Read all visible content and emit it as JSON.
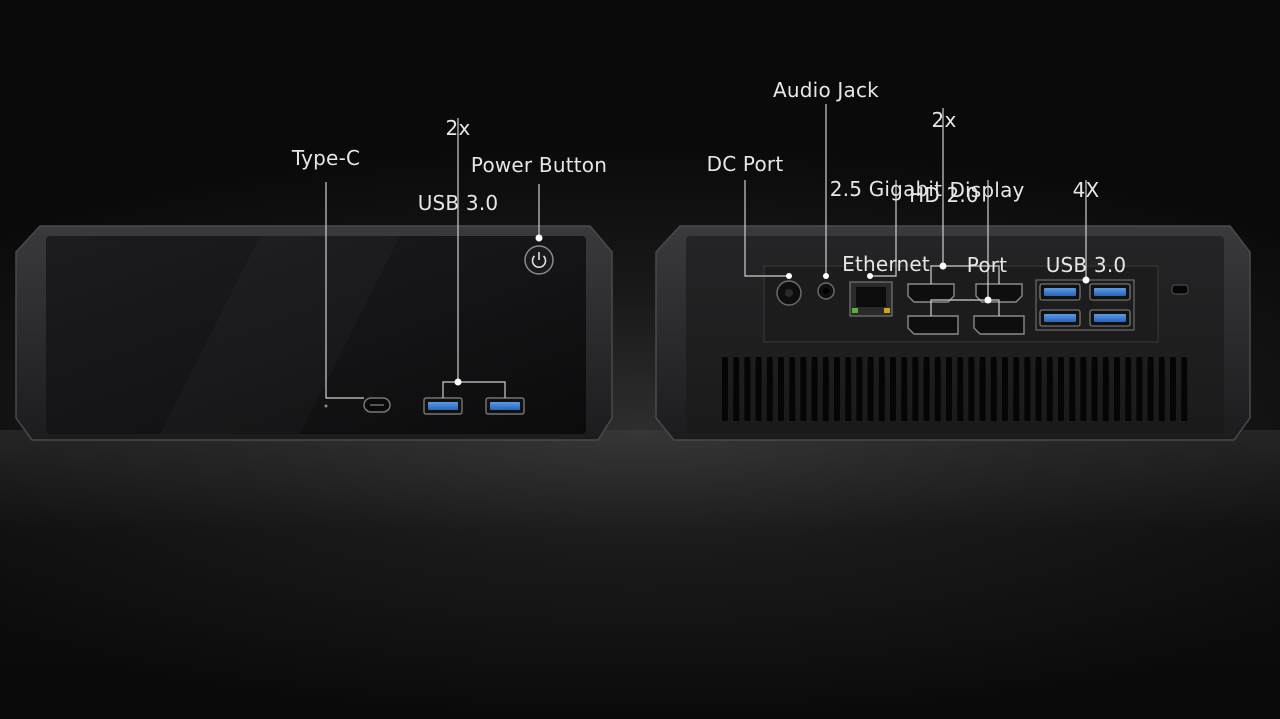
{
  "labels": {
    "type_c": "Type-C",
    "front_usb_count": "2x",
    "front_usb": "USB 3.0",
    "power_button": "Power Button",
    "dc_port": "DC Port",
    "audio_jack": "Audio Jack",
    "ethernet_line1": "2.5 Gigabit",
    "ethernet_line2": "Ethernet",
    "hd_count": "2x",
    "hd": "HD 2.0",
    "display_line1": "Display",
    "display_line2": "Port",
    "rear_usb_count": "4X",
    "rear_usb": "USB 3.0"
  },
  "colors": {
    "usb_blue": "#3d7fd8",
    "label": "#e6e6e6",
    "leader": "#cfcfcf"
  },
  "icons": {
    "power": "power-icon"
  }
}
